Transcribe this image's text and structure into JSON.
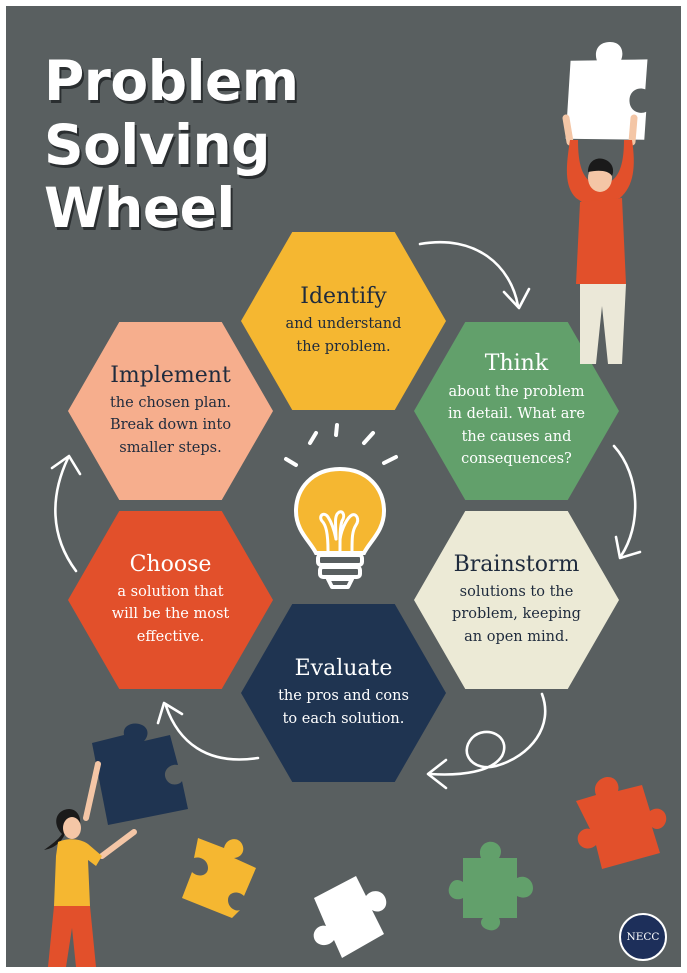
{
  "title": {
    "line1": "Problem",
    "line2": "Solving",
    "line3": "Wheel"
  },
  "steps": [
    {
      "title": "Identify",
      "body": [
        "and understand",
        "the problem."
      ],
      "color": "#f5b731",
      "text_color": "#1f2b3d"
    },
    {
      "title": "Think",
      "body": [
        "about the problem",
        "in detail. What are",
        "the causes and",
        "consequences?"
      ],
      "color": "#62a06b",
      "text_color": "#ffffff"
    },
    {
      "title": "Brainstorm",
      "body": [
        "solutions to the",
        "problem, keeping",
        "an open mind."
      ],
      "color": "#ecead6",
      "text_color": "#1f2b3d"
    },
    {
      "title": "Evaluate",
      "body": [
        "the pros and cons",
        "to each solution."
      ],
      "color": "#1f3451",
      "text_color": "#ffffff"
    },
    {
      "title": "Choose",
      "body": [
        "a solution that",
        "will be the most",
        "effective."
      ],
      "color": "#e2502b",
      "text_color": "#ffffff"
    },
    {
      "title": "Implement",
      "body": [
        "the chosen plan.",
        "Break down into",
        "smaller steps."
      ],
      "color": "#f6ae8d",
      "text_color": "#1f2b3d"
    }
  ],
  "badge": {
    "label": "NECC"
  },
  "colors": {
    "background": "#595f60",
    "puzzle_white": "#ffffff",
    "puzzle_navy": "#1f3451",
    "puzzle_yellow": "#f5b731",
    "puzzle_green": "#62a06b",
    "puzzle_red": "#e2502b"
  },
  "icons": [
    "lightbulb-icon",
    "curved-arrow-icon",
    "puzzle-piece-icon",
    "person-illustration"
  ]
}
